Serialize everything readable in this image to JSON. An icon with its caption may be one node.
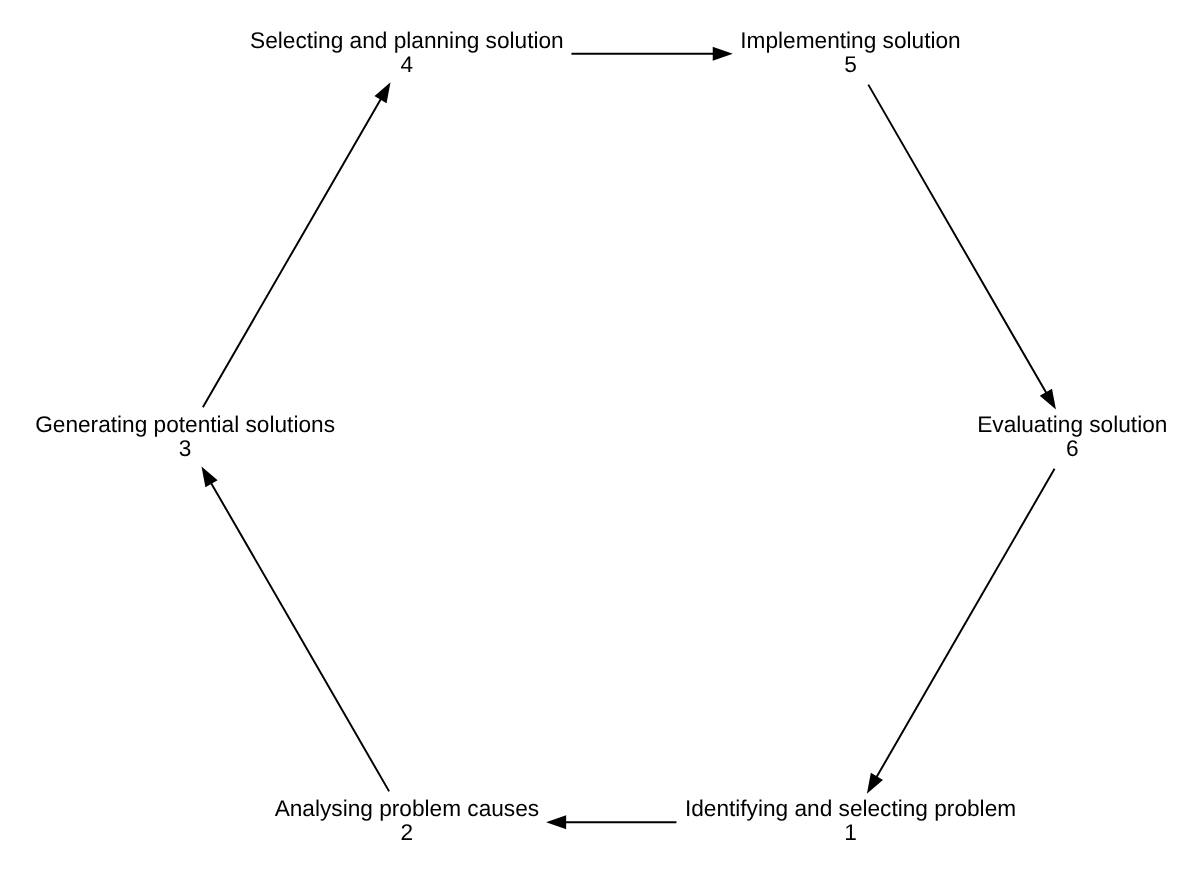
{
  "diagram": {
    "nodes": [
      {
        "text": [
          "Identifying and selecting problem",
          "1"
        ]
      },
      {
        "text": [
          "Analysing problem causes",
          "2"
        ]
      },
      {
        "text": [
          "Generating potential solutions",
          "3"
        ]
      },
      {
        "text": [
          "Selecting and planning solution",
          "4"
        ]
      },
      {
        "text": [
          "Implementing solution",
          "5"
        ]
      },
      {
        "text": [
          "Evaluating solution",
          "6"
        ]
      }
    ],
    "edges": [
      {
        "from": 5,
        "to": 0,
        "arrow": "to"
      },
      {
        "from": 0,
        "to": 1,
        "arrow": "to"
      },
      {
        "from": 1,
        "to": 2,
        "arrow": "to"
      },
      {
        "from": 2,
        "to": 3,
        "arrow": "to"
      },
      {
        "from": 3,
        "to": 4,
        "arrow": "to"
      },
      {
        "from": 4,
        "to": 5,
        "arrow": "to"
      }
    ]
  }
}
